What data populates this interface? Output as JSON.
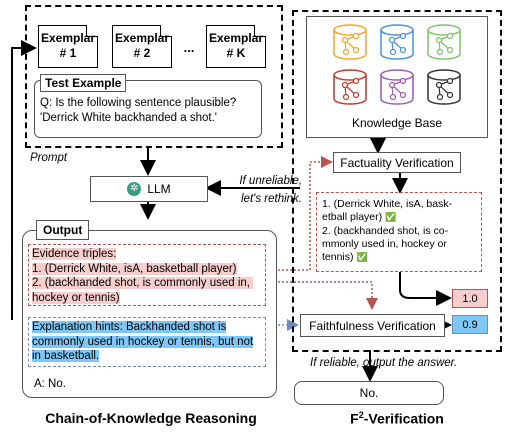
{
  "prompt_panel": {
    "exemplars": [
      "Exemplar\n# 1",
      "Exemplar\n# 2",
      "Exemplar\n# K"
    ],
    "ellipsis": "...",
    "test_example_title": "Test Example",
    "test_example_text": "Q: Is the following sentence plausible?\n'Derrick White backhanded a shot.'",
    "prompt_label": "Prompt"
  },
  "llm_label": "LLM",
  "unreliable_note": "If unreliable,\nlet's rethink.",
  "output": {
    "title": "Output",
    "evidence": "Evidence triples:\n1. (Derrick White, isA, basketball player)\n2. (backhanded shot, is commonly used in, hockey or tennis)",
    "explanation": "Explanation hints: Backhanded shot is commonly used in hockey or tennis, but not in basketball.",
    "answer": "A: No."
  },
  "left_caption": "Chain-of-Knowledge Reasoning",
  "knowledge_base": {
    "label": "Knowledge Base",
    "db_colors": [
      "#f5a623",
      "#4a90d9",
      "#7ac36a",
      "#c0392b",
      "#9b59b6",
      "#333333"
    ]
  },
  "factuality": {
    "label": "Factuality Verification",
    "result_text": "1. (Derrick White, isA, bask-\netball player)",
    "result_text_2": "2. (backhanded shot, is co-\nmmonly used in, hockey or\ntennis)",
    "check": "✅"
  },
  "faithfulness": {
    "label": "Faithfulness Verification"
  },
  "scores": [
    "1.0",
    "0.9"
  ],
  "reliable_note": "If reliable, output the answer.",
  "final_answer": "No.",
  "right_caption_main": "F",
  "right_caption_sup": "2",
  "right_caption_rest": "-Verification"
}
